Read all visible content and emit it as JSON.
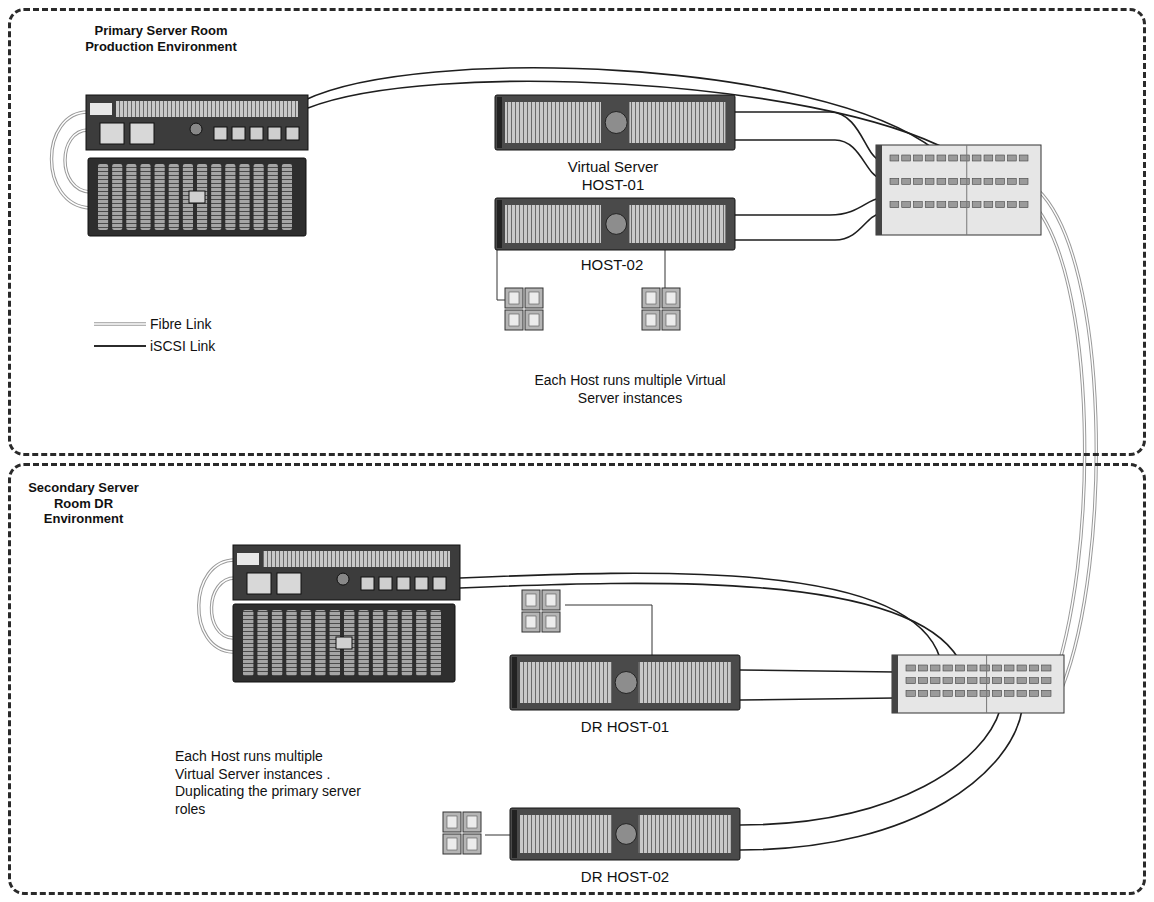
{
  "diagram": {
    "nodes": [
      {
        "text": [
          "Primary Server Room Production Environment"
        ]
      },
      {
        "text": [
          "Virtual Server HOST-01"
        ],
        "in": 0
      },
      {
        "text": [
          "HOST-02"
        ],
        "in": 0
      },
      {
        "text": [
          "Secondary Server Room DR Environment"
        ]
      },
      {
        "text": [
          "DR HOST-01"
        ],
        "in": 3
      },
      {
        "text": [
          "DR HOST-02"
        ],
        "in": 3
      }
    ],
    "labels": [
      "Each Host runs multiple Virtual Server instances",
      "Each Host runs multiple Virtual Server instances . Duplicating the primary server roles"
    ],
    "legend": [
      {
        "text": "Fibre Link"
      },
      {
        "text": "iSCSI Link"
      }
    ]
  }
}
